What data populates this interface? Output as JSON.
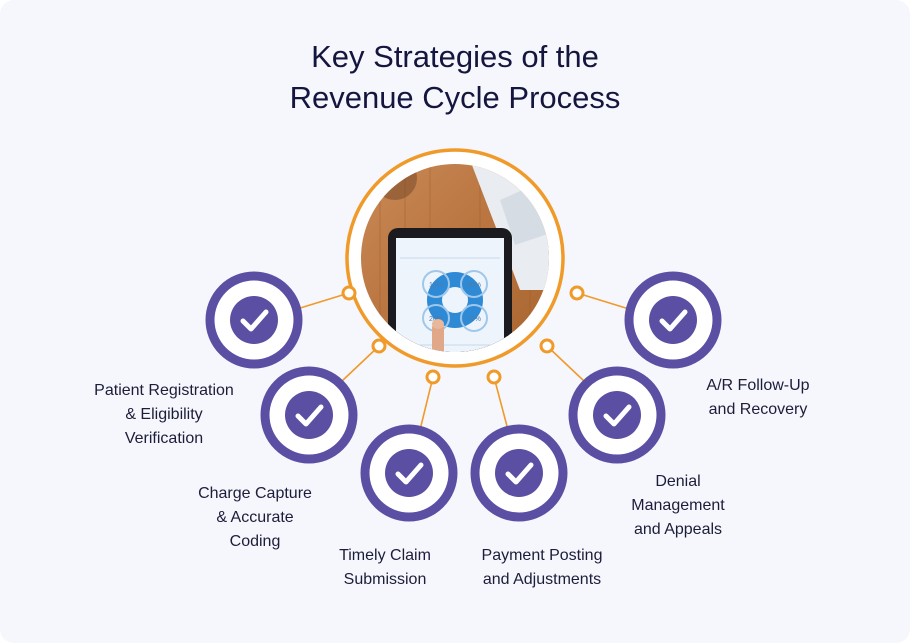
{
  "title": {
    "line1": "Key Strategies of the",
    "line2": "Revenue Cycle Process"
  },
  "colors": {
    "accent_orange": "#f09a2a",
    "badge_ring": "#5b4fa3",
    "badge_fill": "#5b4fa3",
    "title_text": "#15163f",
    "background": "#f6f7fc"
  },
  "center_image": {
    "icon": "tablet-analytics-photo-icon",
    "chart_labels": [
      "15%",
      "46%",
      "20%",
      "75%"
    ]
  },
  "strategies": [
    {
      "id": "registration",
      "icon": "check-icon",
      "label_lines": [
        "Patient Registration",
        "& Eligibility",
        "Verification"
      ]
    },
    {
      "id": "charge-capture",
      "icon": "check-icon",
      "label_lines": [
        "Charge Capture",
        "& Accurate",
        "Coding"
      ]
    },
    {
      "id": "claim-submission",
      "icon": "check-icon",
      "label_lines": [
        "Timely Claim",
        "Submission"
      ]
    },
    {
      "id": "payment-posting",
      "icon": "check-icon",
      "label_lines": [
        "Payment Posting",
        "and Adjustments"
      ]
    },
    {
      "id": "denial-management",
      "icon": "check-icon",
      "label_lines": [
        "Denial",
        "Management",
        "and Appeals"
      ]
    },
    {
      "id": "ar-followup",
      "icon": "check-icon",
      "label_lines": [
        "A/R Follow-Up",
        "and Recovery"
      ]
    }
  ]
}
